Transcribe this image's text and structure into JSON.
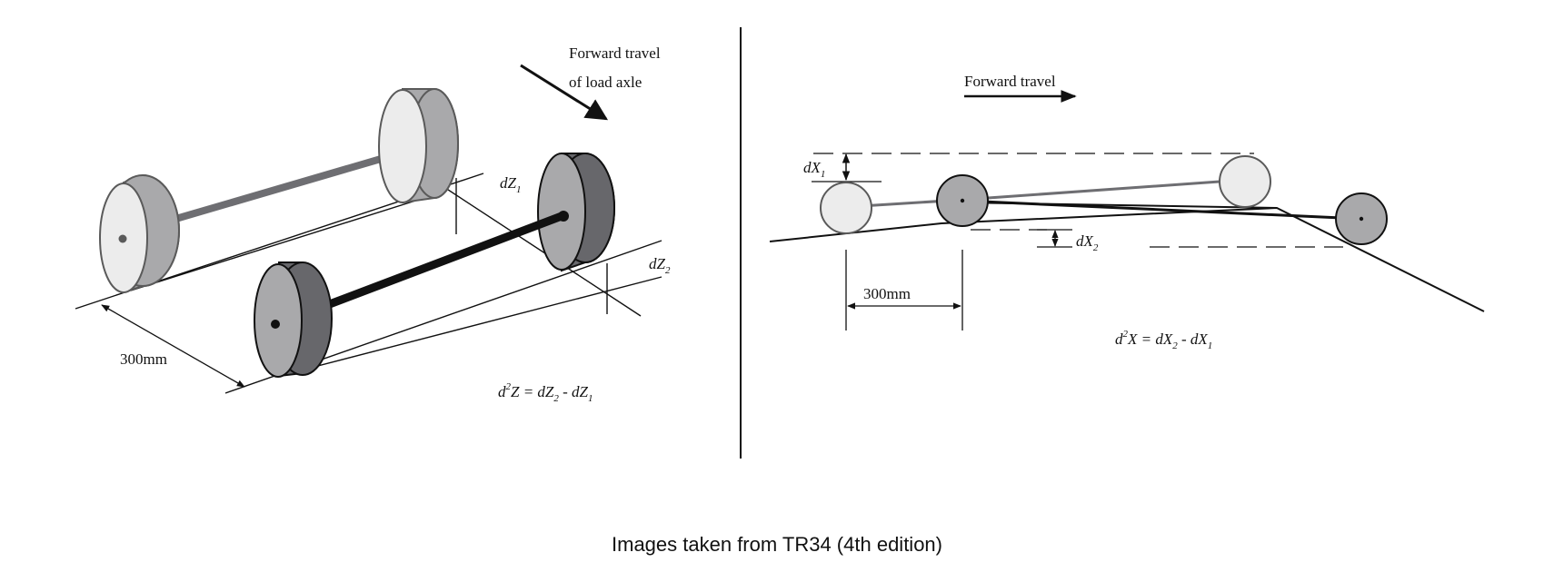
{
  "left_diagram": {
    "direction_label_line1": "Forward travel",
    "direction_label_line2": "of load axle",
    "dz1_label": "dZ",
    "dz1_sub": "1",
    "dz2_label": "dZ",
    "dz2_sub": "2",
    "dimension_label": "300mm",
    "formula": {
      "d": "d",
      "sup": "2",
      "lhs": "Z = dZ",
      "sub_a": "2",
      "mid": " - dZ",
      "sub_b": "1"
    }
  },
  "right_diagram": {
    "direction_label": "Forward travel",
    "dx1_label": "dX",
    "dx1_sub": "1",
    "dx2_label": "dX",
    "dx2_sub": "2",
    "dimension_label": "300mm",
    "formula": {
      "d": "d",
      "sup": "2",
      "lhs": "X = dX",
      "sub_a": "2",
      "mid": " - dX",
      "sub_b": "1"
    }
  },
  "caption": "Images taken from TR34 (4th edition)",
  "colors": {
    "line": "#111111",
    "wheel_light_face": "#ececec",
    "wheel_mid": "#a9a9ab",
    "wheel_dark": "#67676b",
    "axle_grey": "#6e6e72"
  }
}
